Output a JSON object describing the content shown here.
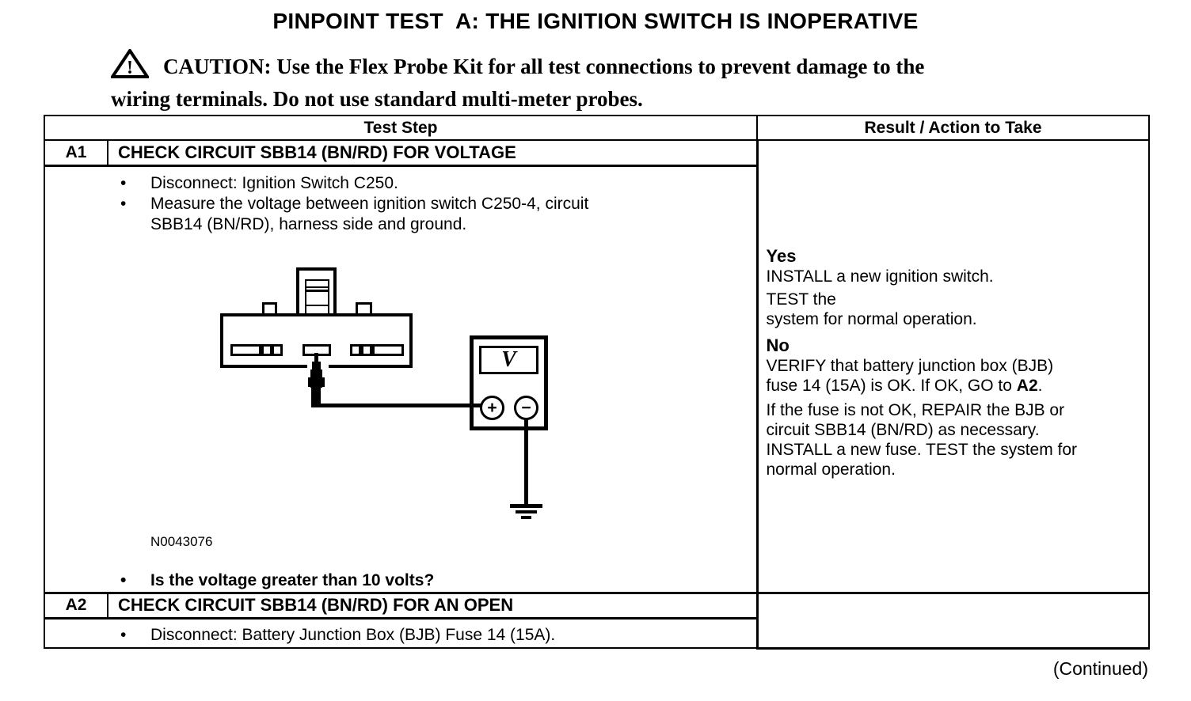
{
  "colors": {
    "ink": "#000000",
    "paper": "#ffffff"
  },
  "page": {
    "title": "PINPOINT TEST  A: THE IGNITION SWITCH IS INOPERATIVE",
    "continued": "(Continued)"
  },
  "caution": {
    "icon": "warning-triangle",
    "exclamation": "!",
    "text": "CAUTION: Use the Flex Probe Kit for all test connections to prevent damage to the\nwiring terminals. Do not use standard multi-meter probes."
  },
  "table": {
    "bullet_char": "•",
    "header_test_step": "Test Step",
    "header_result": "Result / Action to Take",
    "a1": {
      "id": "A1",
      "title": "CHECK CIRCUIT SBB14 (BN/RD) FOR VOLTAGE",
      "bullet1": "Disconnect: Ignition Switch C250.",
      "bullet2": "Measure the voltage between ignition switch C250-4, circuit\nSBB14 (BN/RD), harness side and ground.",
      "figure_id": "N0043076",
      "question": "Is the voltage greater than 10 volts?",
      "result": {
        "yes_label": "Yes",
        "yes_line1": "INSTALL a new ignition switch.",
        "yes_line2": "TEST the\nsystem for normal operation.",
        "no_label": "No",
        "no_p1_pre": "VERIFY that battery junction box (BJB)\nfuse 14 (15A) is OK. If OK, GO to ",
        "no_p1_bold": "A2",
        "no_p1_post": ".",
        "no_p2": "If the fuse is not OK, REPAIR the BJB or\ncircuit SBB14 (BN/RD) as necessary.\nINSTALL a new fuse. TEST the system for\nnormal operation."
      }
    },
    "a2": {
      "id": "A2",
      "title": "CHECK CIRCUIT SBB14 (BN/RD) FOR AN OPEN",
      "bullet1": "Disconnect: Battery Junction Box (BJB) Fuse 14 (15A)."
    }
  },
  "diagram": {
    "figure": "ignition-switch-connector-with-voltmeter",
    "meter_label": "V",
    "plus_label": "+",
    "minus_label": "−"
  }
}
